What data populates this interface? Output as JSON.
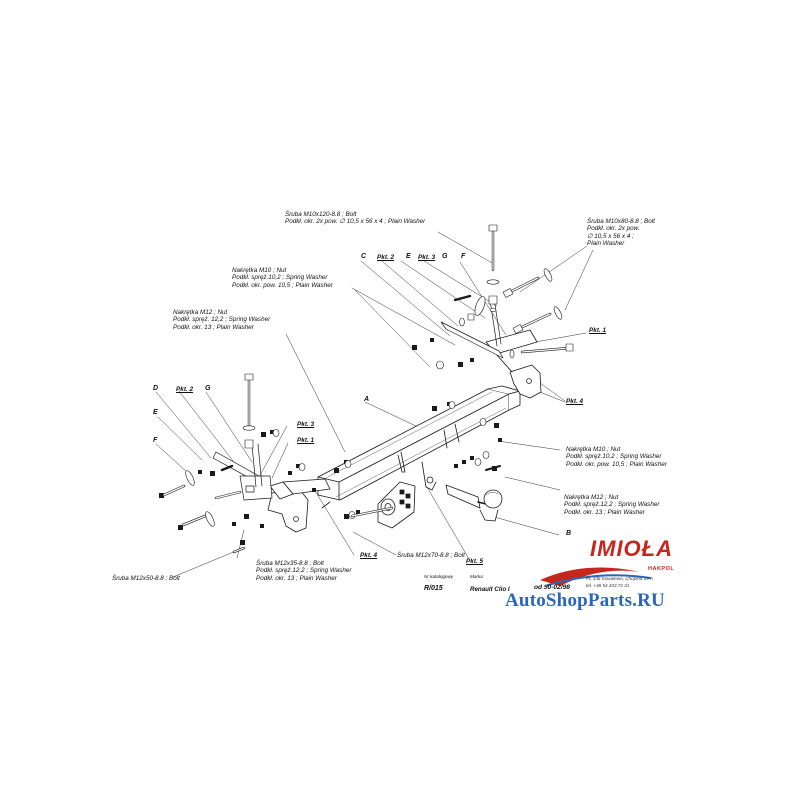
{
  "callouts": {
    "bolt_m10x120": [
      "Śruba M10x120-8.8 ;  Bolt",
      "Podkł. okr. 2x pow. ∅ 10,5 x 56 x 4 ; Plain Washer"
    ],
    "bolt_m10x80": [
      "Śruba M10x80-8.8 ;  Bolt",
      "Podkł. okr. 2x pow.",
      "∅ 10,5 x 56 x 4 ;",
      "Plain Washer"
    ],
    "nut_m10_upper": [
      "Nakrętka  M10 ; Nut",
      "Podkł. spręż.10,2 ; Spring Washer",
      "Podkł. okr. pow. 10,5 ; Plain Washer"
    ],
    "nut_m12_left": [
      "Nakrętka  M12 ; Nut",
      "Podkł. spręż. 12,2 ; Spring Washer",
      "Podkł. okr. 13 ; Plain Washer"
    ],
    "nut_m10_right": [
      "Nakrętka  M10 ; Nut",
      "Podkł. spręż.10,2 ; Spring Washer",
      "Podkł. okr. pow. 10,5 ; Plain Washer"
    ],
    "nut_m12_right": [
      "Nakrętka  M12 ; Nut",
      "Podkł. spręż.12,2 ; Spring Washer",
      "Podkł. okr. 13 ; Plain Washer"
    ],
    "bolt_m12x35": [
      "Śruba M12x35-8.8 ;  Bolt",
      "Podkł. spręż.12,2 ; Spring Washer",
      "Podkł. okr. 13 ; Plain Washer"
    ],
    "bolt_m12x70": [
      "Śruba M12x70-8.8 ;  Bolt"
    ],
    "bolt_m12x50": [
      "Śruba M12x50-8.8 ;  Bolt"
    ]
  },
  "points": {
    "pkt1_top": "Pkt. 1",
    "pkt2_top": "Pkt. 2",
    "pkt3_top": "Pkt. 3",
    "pkt4_right": "Pkt. 4",
    "pkt5": "Pkt. 5",
    "pkt2_left": "Pkt. 2",
    "pkt3_left": "Pkt. 3",
    "pkt1_left": "Pkt. 1",
    "pkt4_bottom": "Pkt. 4"
  },
  "letters": {
    "c": "C",
    "e": "E",
    "g": "G",
    "f": "F",
    "a": "A",
    "b": "B",
    "d": "D",
    "e_left": "E",
    "g_left": "G",
    "f_left": "F"
  },
  "titleblock": {
    "catalog_label": "Nr katalogowy",
    "catalog_value": "R/015",
    "make_label": "Marka",
    "make_value": "Renault Clio I",
    "date_text": "od 90-02/98"
  },
  "brand": {
    "name": "IMIOŁA",
    "sub": "HAKPOL",
    "address_1": "PL 338 Kowalewo, Chopina 19 A",
    "address_2": "tel. +48 54 433 72 31",
    "watermark": "AutoShopParts.RU",
    "color_red": "#c6261c",
    "color_blue": "#2b67b7"
  }
}
